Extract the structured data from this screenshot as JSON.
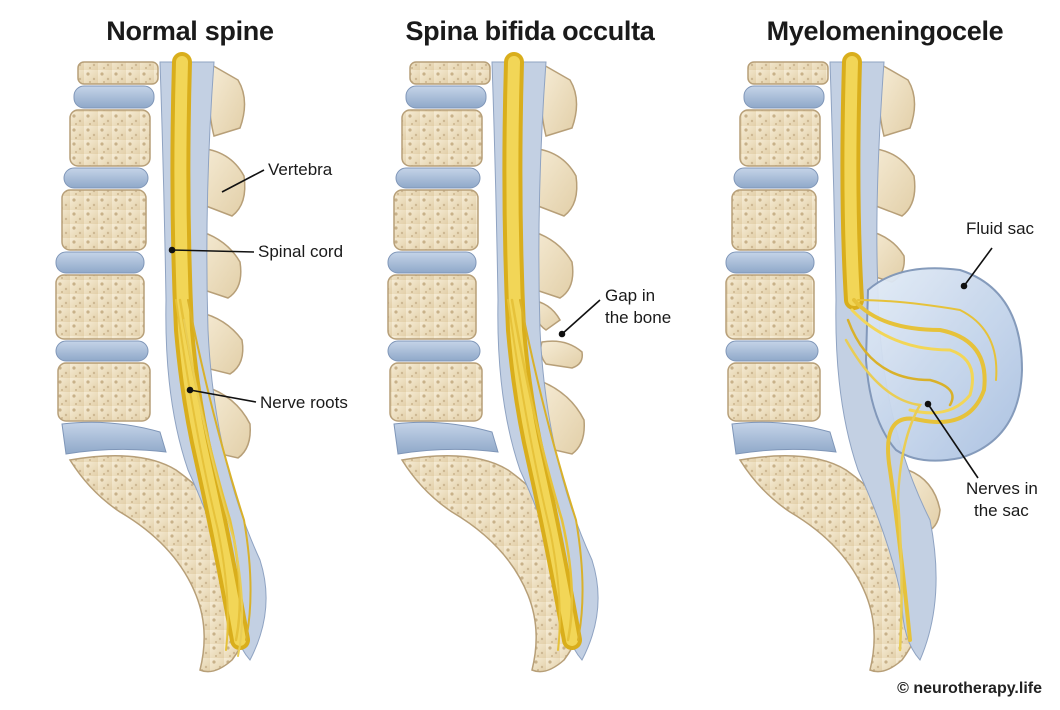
{
  "panels": [
    {
      "title": "Normal spine"
    },
    {
      "title": "Spina bifida occulta"
    },
    {
      "title": "Myelomeningocele"
    }
  ],
  "labels": {
    "vertebra": "Vertebra",
    "spinal_cord": "Spinal cord",
    "nerve_roots": "Nerve roots",
    "gap_line1": "Gap in",
    "gap_line2": "the bone",
    "fluid_sac": "Fluid sac",
    "nerves_line1": "Nerves in",
    "nerves_line2": "the sac"
  },
  "credit": "© neurotherapy.life",
  "colors": {
    "bone": "#efe2c4",
    "bone_outline": "#b79f78",
    "disc": "#a9bdd8",
    "cord": "#e9c53a",
    "sac": "#c9d9ef"
  }
}
